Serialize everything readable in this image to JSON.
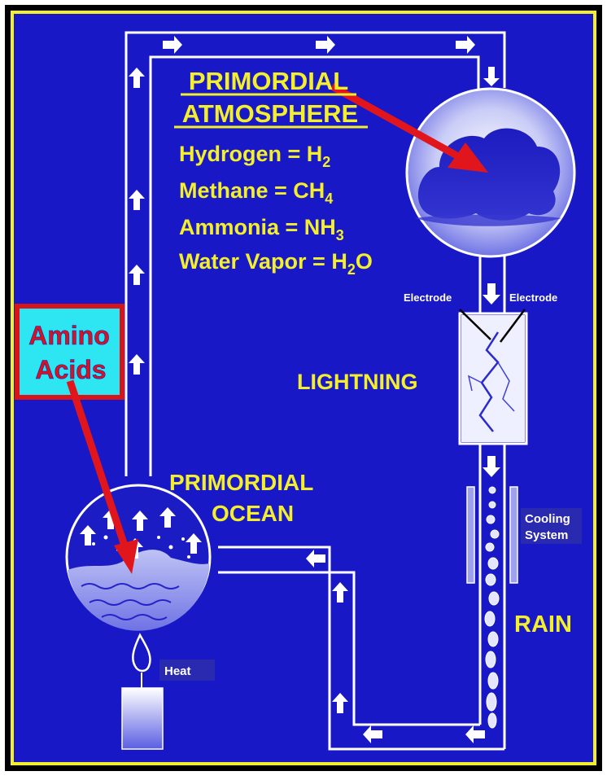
{
  "atmosphere": {
    "title_line1": "PRIMORDIAL",
    "title_line2": "ATMOSPHERE",
    "gases": [
      {
        "name": "Hydrogen = H",
        "sub": "2"
      },
      {
        "name": "Methane = CH",
        "sub": "4"
      },
      {
        "name": "Ammonia = NH",
        "sub": "3"
      },
      {
        "name": "Water Vapor = H",
        "sub": "2",
        "suffix": "O"
      }
    ]
  },
  "electrodes": {
    "left": "Electrode",
    "right": "Electrode"
  },
  "lightning_label": "LIGHTNING",
  "cooling": {
    "line1": "Cooling",
    "line2": "System"
  },
  "rain_label": "RAIN",
  "ocean": {
    "line1": "PRIMORDIAL",
    "line2": "OCEAN"
  },
  "amino": {
    "line1": "Amino",
    "line2": "Acids"
  },
  "heat_label": "Heat",
  "colors": {
    "background": "#1818c6",
    "frame_yellow": "#f4ef2c",
    "label_yellow": "#f4ef2c",
    "arrow_red": "#e0161c",
    "amino_box": "#2ee6f2",
    "line_white": "#ffffff"
  }
}
